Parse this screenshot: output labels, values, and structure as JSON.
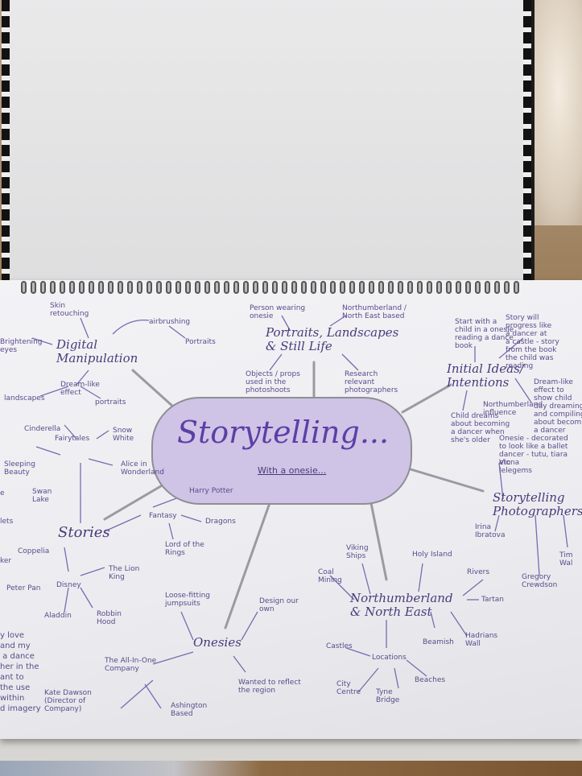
{
  "center": {
    "title": "Storytelling...",
    "subtitle": "With a onesie..."
  },
  "branches": {
    "digital": {
      "title": "Digital\nManipulation",
      "leaves": [
        "Skin\nretouching",
        "airbrushing",
        "Portraits",
        "Brightening\neyes",
        "Dream-like\neffect",
        "landscapes",
        "portraits"
      ]
    },
    "portraits": {
      "title": "Portraits, Landscapes\n& Still Life",
      "leaves": [
        "Person wearing\nonesie",
        "Northumberland /\nNorth East based",
        "Objects / props\nused in the\nphotoshoots",
        "Research\nrelevant\nphotographers"
      ]
    },
    "initial": {
      "title": "Initial Ideas/\nIntentions",
      "leaves": [
        "Start with a\nchild in a onesie\nreading a dance\nbook",
        "Story will\nprogress like\na dancer at\na castle - story\nfrom the book\nthe child was\nreading",
        "Dream-like\neffect to\nshow child\nday dreaming\nand compiling\nabout becoming\na dancer",
        "Northumberland\ninfluence",
        "Child dreams\nabout becoming\na dancer when\nshe's older",
        "Onesie - decorated\nto look like a ballet\ndancer - tutu, tiara\netc"
      ]
    },
    "photographers": {
      "title": "Storytelling\nPhotographers",
      "leaves": [
        "Viona\nIelegems",
        "Irina\nIbratova",
        "Gregory\nCrewdson",
        "Tim\nWal"
      ]
    },
    "stories": {
      "title": "Stories",
      "leaves": [
        "Fairytales",
        "Cinderella",
        "Snow\nWhite",
        "Sleeping\nBeauty",
        "Alice in\nWonderland",
        "Swan\nLake",
        "Coppelia",
        "Fantasy",
        "Harry Potter",
        "Dragons",
        "Lord of the\nRings",
        "Disney",
        "The Lion\nKing",
        "Peter Pan",
        "Aladdin",
        "Robbin\nHood",
        "lets",
        "e",
        "ker"
      ]
    },
    "onesies": {
      "title": "Onesies",
      "leaves": [
        "Loose-fitting\njumpsuits",
        "Design our\nown",
        "The All-In-One\nCompany",
        "Kate Dawson\n(Director of\nCompany)",
        "Ashington\nBased",
        "Wanted to reflect\nthe region"
      ]
    },
    "north": {
      "title": "Northumberland\n& North East",
      "leaves": [
        "Viking\nShips",
        "Holy Island",
        "Coal\nMining",
        "Rivers",
        "Tartan",
        "Hadrians\nWall",
        "Beamish",
        "Castles",
        "Locations",
        "Beaches",
        "City\nCentre",
        "Tyne\nBridge"
      ]
    },
    "note": "y love\nand my\n a dance\nher in the\nant to\nthe use\nwithin\nd imagery"
  }
}
